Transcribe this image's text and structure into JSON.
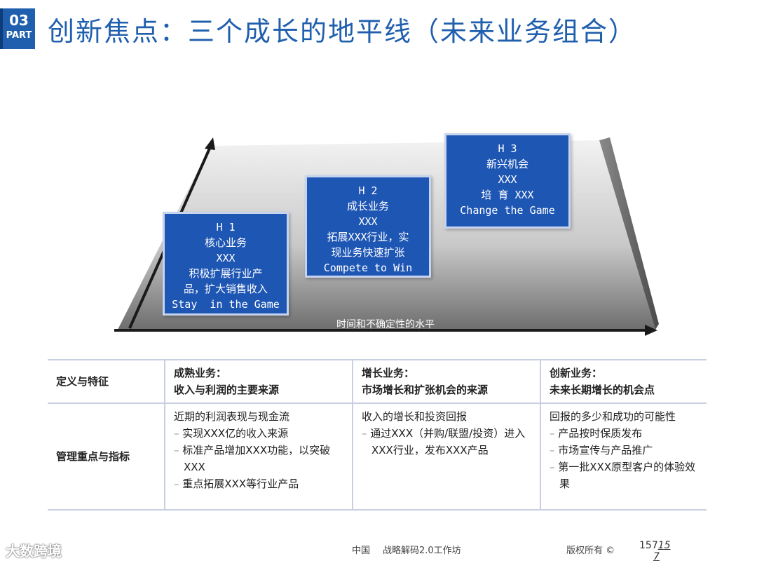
{
  "header": {
    "part_num": "03",
    "part_label": "PART",
    "title": "创新焦点：三个成长的地平线（未来业务组合）"
  },
  "diagram": {
    "axis_label": "时间和不确定性的水平",
    "boxes": [
      {
        "lines": [
          "H 1",
          "核心业务",
          "XXX",
          "积极扩展行业产",
          "品，扩大销售收入",
          "Stay  in the Game"
        ]
      },
      {
        "lines": [
          "H 2",
          "成长业务",
          "XXX",
          "拓展XXX行业，实",
          "现业务快速扩张",
          "Compete to Win"
        ]
      },
      {
        "lines": [
          "H 3",
          "新兴机会",
          "XXX",
          "培 育 XXX",
          "Change the Game"
        ]
      }
    ]
  },
  "table": {
    "row1": {
      "label": "定义与特征",
      "cells": [
        {
          "title": "成熟业务：",
          "text": "收入与利润的主要来源"
        },
        {
          "title": "增长业务：",
          "text": "市场增长和扩张机会的来源"
        },
        {
          "title": "创新业务：",
          "text": "未来长期增长的机会点"
        }
      ]
    },
    "row2": {
      "label": "管理重点与指标",
      "cells": [
        {
          "head": "近期的利润表现与现金流",
          "items": [
            "实现XXX亿的收入来源",
            "标准产品增加XXX功能，以突破XXX",
            "重点拓展XXX等行业产品"
          ]
        },
        {
          "head": "收入的增长和投资回报",
          "items": [
            "通过XXX（并购/联盟/投资）进入XXX行业，发布XXX产品"
          ]
        },
        {
          "head": "回报的多少和成功的可能性",
          "items": [
            "产品按时保质发布",
            "市场宣传与产品推广",
            "第一批XXX原型客户的体验效果"
          ]
        }
      ]
    }
  },
  "footer": {
    "org": "中国",
    "workshop": "战略解码2.0工作坊",
    "copyright": "版权所有 ©",
    "page_a": "157",
    "page_b": "15",
    "page_c": "7",
    "watermark": "大数跨境"
  },
  "colors": {
    "accent": "#1f5fae",
    "box": "#1e56b4"
  }
}
